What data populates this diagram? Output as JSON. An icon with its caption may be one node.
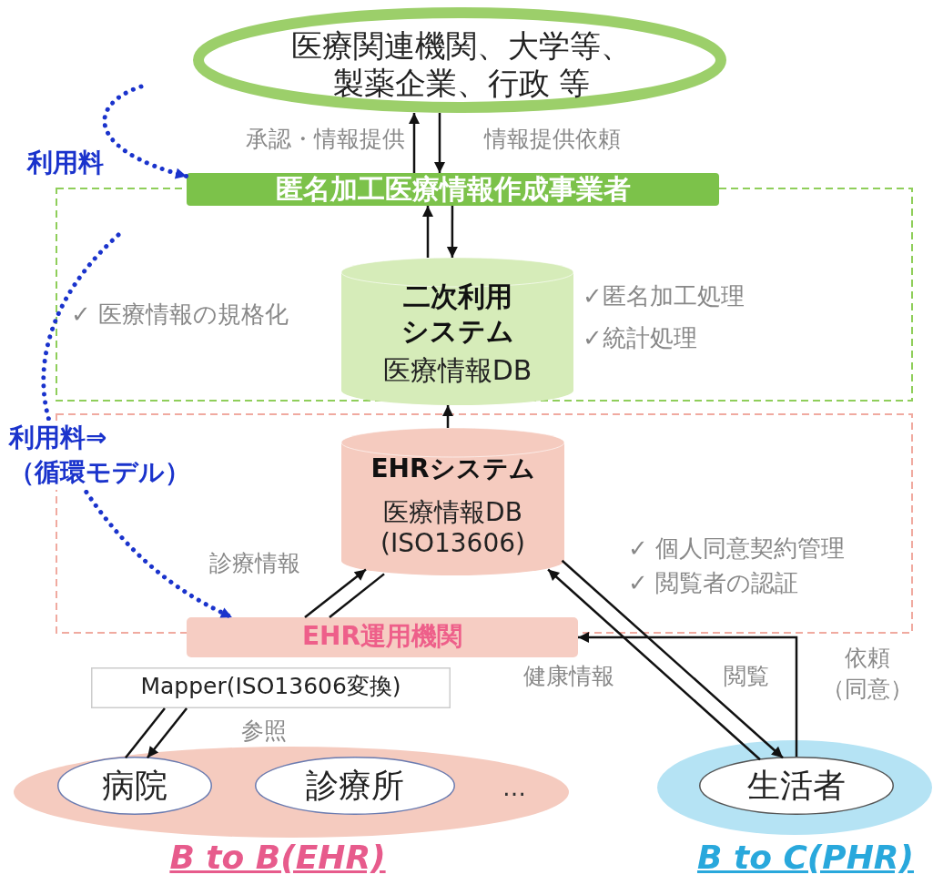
{
  "diagram": {
    "nodes": [
      {
        "text": [
          "医療関連機関、大学等、製薬企業、行政 等"
        ]
      },
      {
        "text": [
          "匿名加工医療情報作成事業者"
        ]
      },
      {
        "text": [
          "二次利用システム",
          "医療情報DB"
        ]
      },
      {
        "text": [
          "EHRシステム",
          "医療情報DB(ISO13606)"
        ]
      },
      {
        "text": [
          "EHR運用機関"
        ]
      },
      {
        "text": [
          "Mapper(ISO13606変換)"
        ]
      },
      {
        "text": [
          "…"
        ],
        "beside": [
          "B to B(EHR)"
        ]
      },
      {
        "text": [
          "病院"
        ],
        "in": 6
      },
      {
        "text": [
          "診療所"
        ],
        "in": 6
      },
      {
        "text": [],
        "shape": "ellipse",
        "beside": [
          "B to C(PHR)"
        ]
      },
      {
        "text": [
          "生活者"
        ],
        "in": 9
      }
    ],
    "edges": [
      {
        "from": 1,
        "to": 0,
        "arrow": "to",
        "label": "承認・情報提供"
      },
      {
        "from": 0,
        "to": 1,
        "arrow": "to",
        "label": "情報提供依頼"
      },
      {
        "from": 2,
        "to": 1,
        "arrow": "to"
      },
      {
        "from": 1,
        "to": 2,
        "arrow": "to"
      },
      {
        "from": 3,
        "to": 2,
        "arrow": "to"
      },
      {
        "from": 4,
        "to": 3,
        "arrow": "to",
        "label": "診療情報"
      },
      {
        "from": 3,
        "to": 4,
        "arrow": "none"
      },
      {
        "from": 5,
        "to": 7,
        "arrow": "to",
        "label": "参照"
      },
      {
        "from": 7,
        "to": 5,
        "arrow": "none"
      },
      {
        "from": 10,
        "to": 3,
        "arrow": "to",
        "label": "健康情報"
      },
      {
        "from": 3,
        "to": 10,
        "arrow": "to",
        "label": "閲覧"
      },
      {
        "from": 10,
        "to": 4,
        "arrow": "to",
        "label": "依頼（同意）"
      },
      {
        "from": null,
        "to": 1,
        "arrow": "to",
        "label": "利用料",
        "style": "dashed",
        "color": "#1a33cc"
      },
      {
        "from": null,
        "to": 4,
        "arrow": "to",
        "label": "利用料⇒（循環モデル）",
        "style": "dashed",
        "color": "#1a33cc"
      }
    ],
    "labels": [
      "✓ 医療情報の規格化",
      "✓匿名加工処理",
      "✓統計処理",
      "✓ 個人同意契約管理",
      "✓ 閲覧者の認証"
    ]
  }
}
